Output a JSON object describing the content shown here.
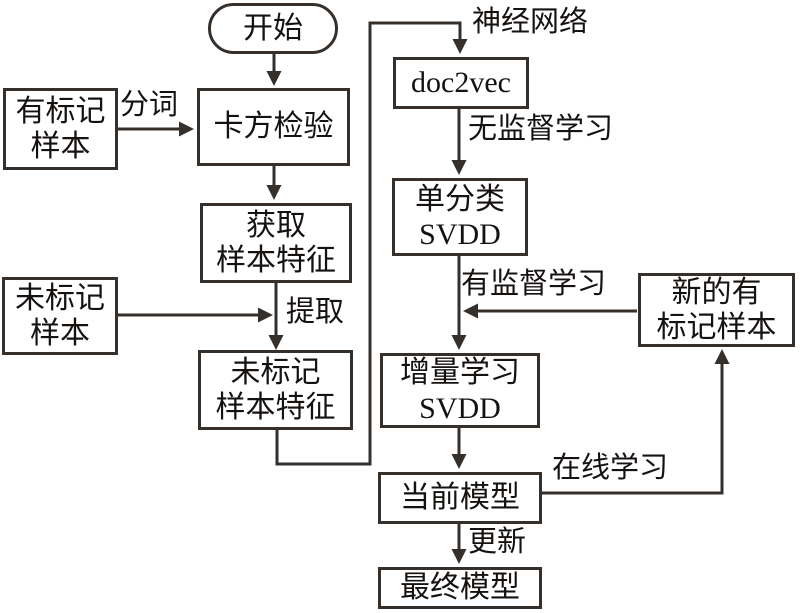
{
  "diagram": {
    "title": "semi-supervised incremental SVDD text classification flowchart",
    "colors": {
      "background": "#ffffff",
      "line": "#36302c",
      "text": "#151210"
    },
    "nodes": {
      "start": {
        "label": "开始",
        "shape": "rounded"
      },
      "labeled_samples": {
        "label": "有标记\n样本",
        "shape": "rect"
      },
      "chi_square": {
        "label": "卡方检验",
        "shape": "rect"
      },
      "get_features": {
        "label": "获取\n样本特征",
        "shape": "rect"
      },
      "unlabeled_samples": {
        "label": "未标记\n样本",
        "shape": "rect"
      },
      "unlabeled_features": {
        "label": "未标记\n样本特征",
        "shape": "rect"
      },
      "doc2vec": {
        "label": "doc2vec",
        "shape": "rect"
      },
      "one_class_svdd": {
        "label": "单分类\nSVDD",
        "shape": "rect"
      },
      "new_labeled_samples": {
        "label": "新的有\n标记样本",
        "shape": "rect"
      },
      "incremental_svdd": {
        "label": "增量学习\nSVDD",
        "shape": "rect"
      },
      "current_model": {
        "label": "当前模型",
        "shape": "rect"
      },
      "final_model": {
        "label": "最终模型",
        "shape": "rect"
      }
    },
    "edge_labels": {
      "word_segmentation": "分词",
      "neural_network": "神经网络",
      "unsupervised_learning": "无监督学习",
      "supervised_learning": "有监督学习",
      "extract": "提取",
      "online_learning": "在线学习",
      "update": "更新"
    }
  }
}
